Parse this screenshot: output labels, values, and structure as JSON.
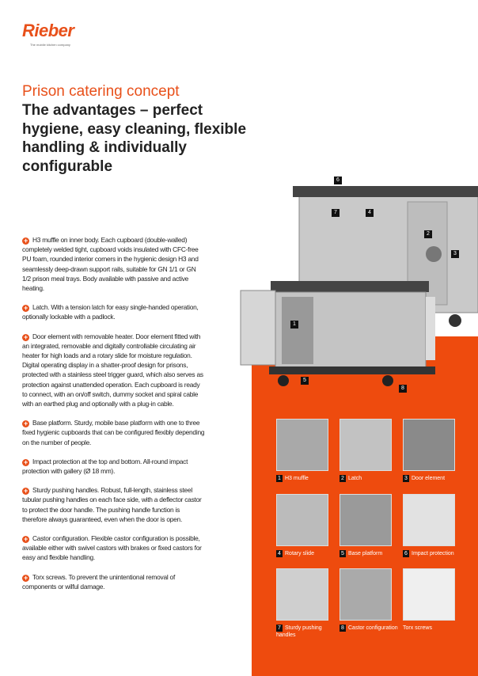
{
  "brand": {
    "name": "Rieber",
    "tagline": "The mobile kitchen company"
  },
  "kicker": "Prison catering concept",
  "title": "The advantages – perfect hygiene, easy cleaning, flexible handling & individually configurable",
  "features": [
    {
      "lead": "H3 muffle on inner body.",
      "text": " Each cupboard (double-walled) completely welded tight, cupboard voids insulated with CFC-free PU foam, rounded interior corners in the hygienic design H3 and seamlessly deep-drawn support rails, suitable for GN 1/1 or GN 1/2 prison meal trays. Body available with passive and active heating."
    },
    {
      "lead": "Latch.",
      "text": " With a tension latch for easy single-handed operation, optionally lockable with a padlock."
    },
    {
      "lead": "Door element with removable heater.",
      "text": " Door element fitted with an integrated, removable and digitally controllable circulating air heater for high loads and a rotary slide for moisture regulation. Digital operating display in a shatter-proof design for prisons, protected with a stainless steel trigger guard, which also serves as protection against unattended operation. Each cupboard is ready to connect, with an on/off switch, dummy socket and spiral cable with an earthed plug and optionally with a plug-in cable."
    },
    {
      "lead": "Base platform.",
      "text": " Sturdy, mobile base platform with one to three fixed hygienic cupboards that can be configured flexibly depending on the number of people."
    },
    {
      "lead": "Impact protection at the top and bottom.",
      "text": " All-round impact protection with gallery (Ø 18 mm)."
    },
    {
      "lead": "Sturdy pushing handles.",
      "text": " Robust, full-length, stainless steel tubular pushing handles on each face side, with a deflector castor to protect the door handle. The pushing handle function is therefore always guaranteed, even when the door is open."
    },
    {
      "lead": "Castor configuration.",
      "text": " Flexible castor configuration is possible, available either with swivel castors with brakes or fixed castors for easy and flexible handling."
    },
    {
      "lead": "Torx screws.",
      "text": " To prevent the unintentional removal of components or wilful damage."
    }
  ],
  "callouts": [
    "1",
    "2",
    "3",
    "4",
    "5",
    "6",
    "7",
    "8"
  ],
  "thumbnails": [
    {
      "num": "1",
      "label": "H3 muffle"
    },
    {
      "num": "2",
      "label": "Latch"
    },
    {
      "num": "3",
      "label": "Door element"
    },
    {
      "num": "4",
      "label": "Rotary slide"
    },
    {
      "num": "5",
      "label": "Base platform"
    },
    {
      "num": "6",
      "label": "Impact protection"
    },
    {
      "num": "7",
      "label": "Sturdy pushing handles"
    },
    {
      "num": "8",
      "label": "Castor configuration"
    },
    {
      "num": "",
      "label": "Torx screws"
    }
  ],
  "colors": {
    "accent": "#ee4b0e"
  }
}
